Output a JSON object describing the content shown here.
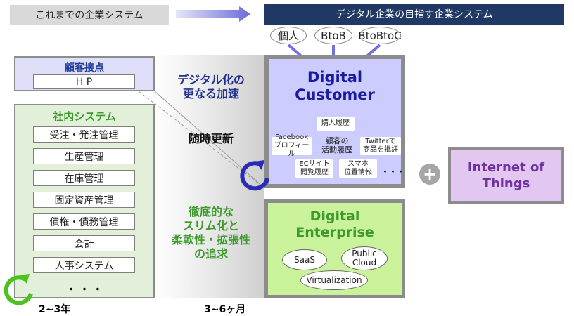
{
  "header": {
    "legacy_label": "これまでの企業システム",
    "digital_label": "デジタル企業の目指す企業システム"
  },
  "channels": [
    "個人",
    "BtoB",
    "BtoBtoC"
  ],
  "customer_contact": {
    "title": "顧客接点",
    "item": "H P"
  },
  "internal": {
    "title": "社内システム",
    "items": [
      "受注・発注管理",
      "生産管理",
      "在庫管理",
      "固定資産管理",
      "債権・債務管理",
      "会計",
      "人事システム"
    ],
    "more": "・ ・ ・"
  },
  "middle": {
    "accel": "デジタル化の\n更なる加速",
    "update": "随時更新",
    "slim": "徹底的な\nスリム化と\n柔軟性・拡張性\nの追求"
  },
  "digital_customer": {
    "title": "Digital\nCustomer",
    "center": "顧客の\n活動履歴",
    "cards": [
      "購入履歴",
      "Facebook\nプロフィール",
      "Twitterで\n商品を批評",
      "ECサイト\n閲覧履歴",
      "スマホ\n位置情報"
    ],
    "more": "・・・"
  },
  "digital_enterprise": {
    "title": "Digital\nEnterprise",
    "clouds": [
      "SaaS",
      "Public\nCloud",
      "Virtualization"
    ]
  },
  "iot": {
    "title": "Internet of\nThings"
  },
  "cycles": {
    "legacy": "2~3年",
    "digital": "3~6ヶ月"
  },
  "colors": {
    "navy": "#1f3864",
    "customer_bg": "#ccccff",
    "enterprise_bg": "#c9f29b",
    "green_text": "#3d9a2b",
    "iot_text": "#7030a0"
  }
}
